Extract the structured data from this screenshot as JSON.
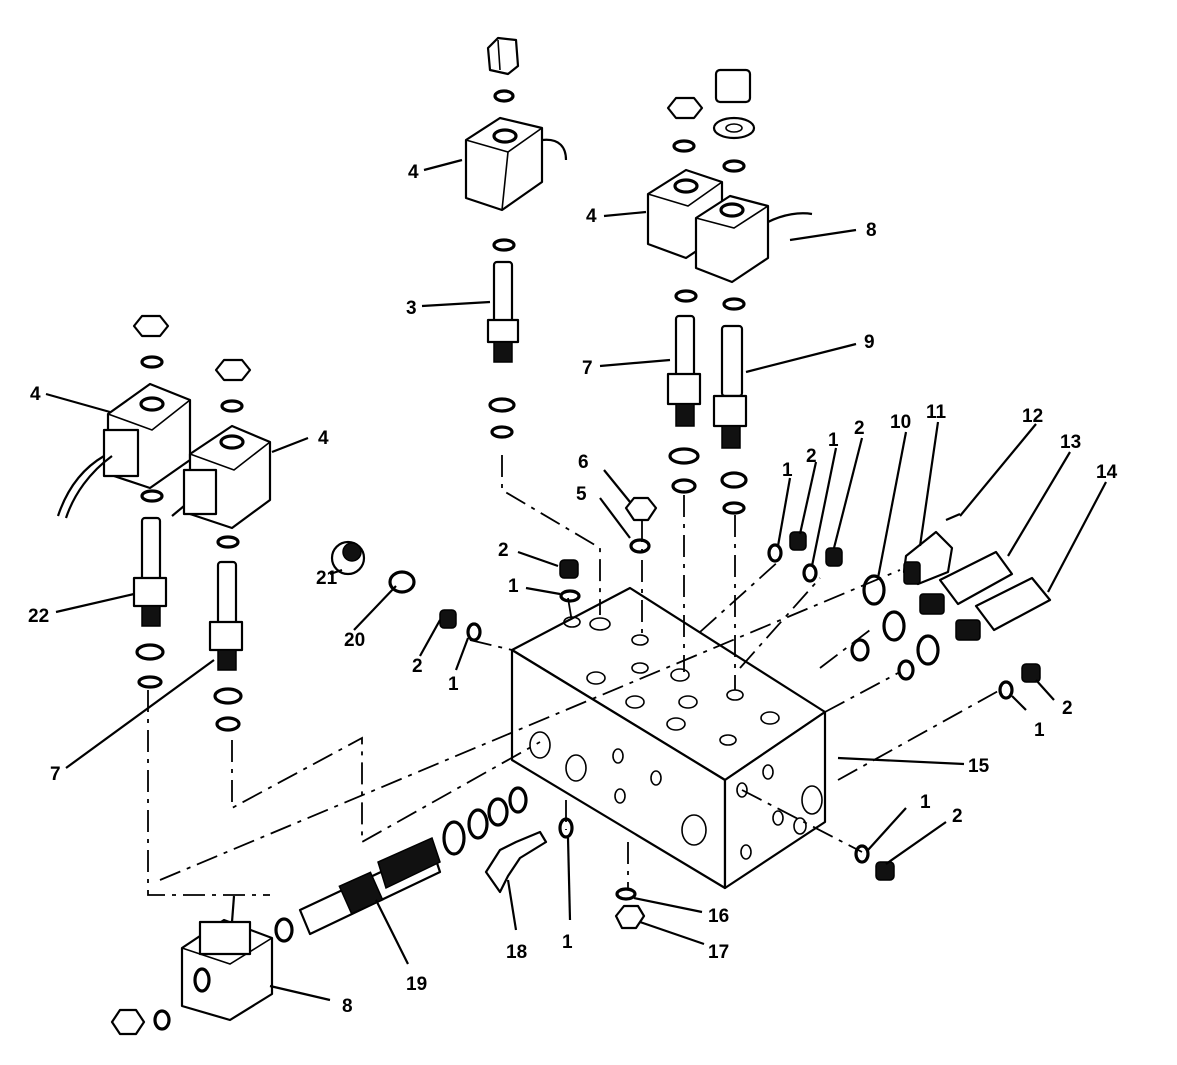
{
  "figure": {
    "callouts": {
      "c1a": "1",
      "c1b": "1",
      "c1c": "1",
      "c1d": "1",
      "c1e": "1",
      "c1f": "1",
      "c1g": "1",
      "c2a": "2",
      "c2b": "2",
      "c2c": "2",
      "c2d": "2",
      "c2e": "2",
      "c2f": "2",
      "c3": "3",
      "c4a": "4",
      "c4b": "4",
      "c4c": "4",
      "c4d": "4",
      "c5": "5",
      "c6": "6",
      "c7a": "7",
      "c7b": "7",
      "c8a": "8",
      "c8b": "8",
      "c9": "9",
      "c10": "10",
      "c11": "11",
      "c12": "12",
      "c13": "13",
      "c14": "14",
      "c15": "15",
      "c16": "16",
      "c17": "17",
      "c18": "18",
      "c19": "19",
      "c20": "20",
      "c21": "21",
      "c22": "22"
    }
  }
}
